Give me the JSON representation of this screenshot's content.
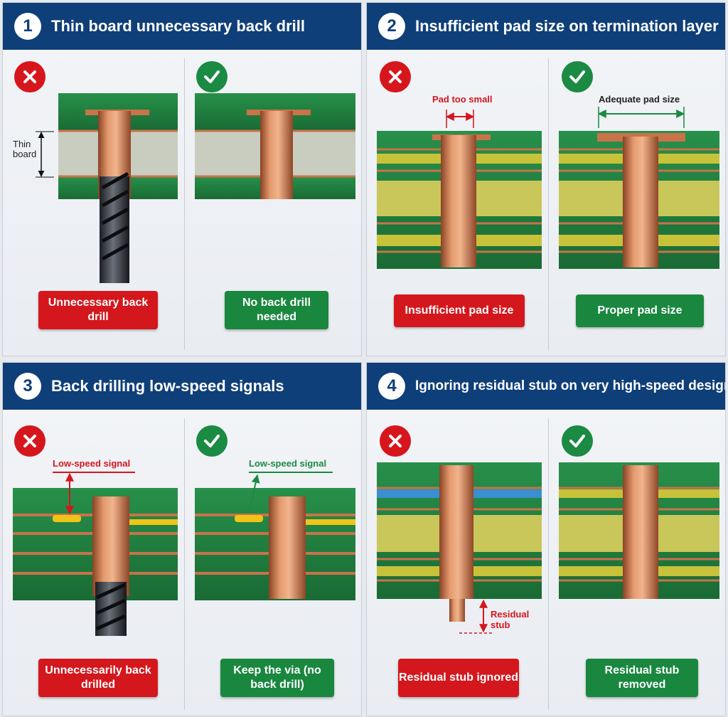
{
  "panels": [
    {
      "number": "1",
      "title": "Thin board unnecessary back drill",
      "bad_label": "Unnecessary back drill",
      "good_label": "No back drill needed",
      "annotation": "Thin board"
    },
    {
      "number": "2",
      "title": "Insufficient pad size on termination layer",
      "bad_label": "Insufficient pad size",
      "good_label": "Proper pad size",
      "bad_annotation": "Pad too small",
      "good_annotation": "Adequate pad size"
    },
    {
      "number": "3",
      "title": "Back drilling low-speed signals",
      "bad_label": "Unnecessarily back drilled",
      "good_label": "Keep the via (no back drill)",
      "bad_annotation": "Low-speed signal",
      "good_annotation": "Low-speed signal"
    },
    {
      "number": "4",
      "title": "Ignoring residual stub on very high-speed designs",
      "bad_label": "Residual stub ignored",
      "good_label": "Residual stub removed",
      "bad_annotation": "Residual stub"
    }
  ],
  "colors": {
    "header": "#0f3f79",
    "bad": "#d6161c",
    "good": "#1b8a43",
    "pcb_green": "#1f7a3c",
    "copper": "#c8734a"
  },
  "icons": {
    "bad": "x-mark-icon",
    "good": "check-mark-icon"
  }
}
